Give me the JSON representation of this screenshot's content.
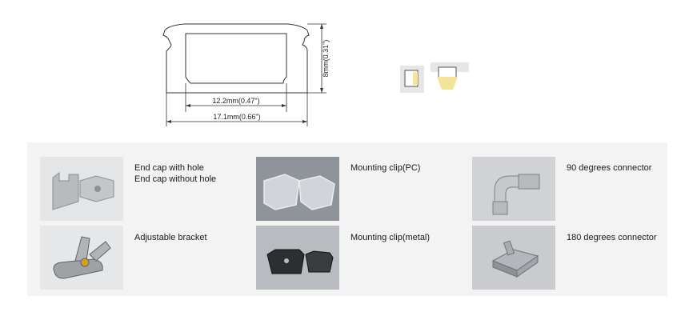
{
  "profile": {
    "inner_width": "12.2mm(0.47\")",
    "outer_width": "17.1mm(0.66\")",
    "height": "8mm(0.31\")"
  },
  "accessories": [
    {
      "lines": [
        "End cap with hole",
        "End cap without hole"
      ],
      "icon": "end-cap-icon"
    },
    {
      "lines": [
        "Mounting clip(PC)"
      ],
      "icon": "clear-clip-icon"
    },
    {
      "lines": [
        "90 degrees connector"
      ],
      "icon": "corner-connector-icon"
    },
    {
      "lines": [
        "Adjustable bracket"
      ],
      "icon": "bracket-icon"
    },
    {
      "lines": [
        "Mounting clip(metal)"
      ],
      "icon": "metal-clip-icon"
    },
    {
      "lines": [
        "180 degrees connector"
      ],
      "icon": "straight-connector-icon"
    }
  ],
  "colors": {
    "accent_light": "#f2e59a",
    "panel_bg": "#f3f3f3"
  }
}
